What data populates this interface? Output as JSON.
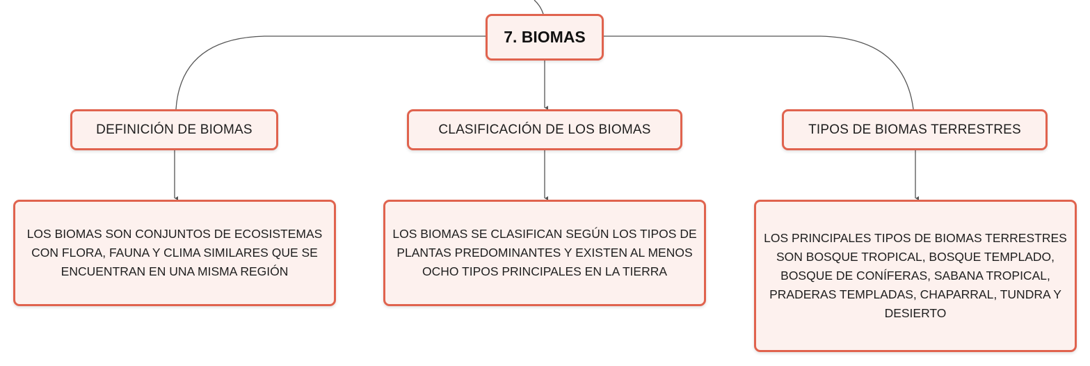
{
  "diagram": {
    "root": {
      "label": "7. BIOMAS"
    },
    "branches": [
      {
        "title": "DEFINICIÓN DE BIOMAS",
        "detail": "LOS BIOMAS SON CONJUNTOS DE ECOSISTEMAS CON FLORA, FAUNA Y CLIMA SIMILARES QUE SE ENCUENTRAN EN UNA MISMA REGIÓN"
      },
      {
        "title": "CLASIFICACIÓN DE LOS BIOMAS",
        "detail": "LOS BIOMAS SE CLASIFICAN SEGÚN LOS TIPOS DE PLANTAS PREDOMINANTES Y EXISTEN AL MENOS OCHO TIPOS PRINCIPALES EN LA TIERRA"
      },
      {
        "title": "TIPOS DE BIOMAS TERRESTRES",
        "detail": "LOS PRINCIPALES TIPOS DE BIOMAS TERRESTRES SON BOSQUE TROPICAL, BOSQUE TEMPLADO, BOSQUE DE CONÍFERAS, SABANA TROPICAL, PRADERAS TEMPLADAS, CHAPARRAL, TUNDRA Y DESIERTO"
      }
    ]
  },
  "colors": {
    "node_border": "#e0634e",
    "node_fill": "#fdf1ee",
    "connector": "#555555"
  }
}
